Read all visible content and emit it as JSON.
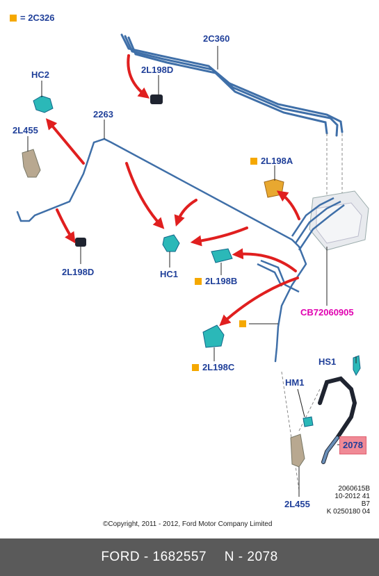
{
  "legend": {
    "text": "= 2C326",
    "color": "#f5a800"
  },
  "labels": {
    "2C360": "2C360",
    "2L198D_top": "2L198D",
    "HC2": "HC2",
    "2263": "2263",
    "2L455_left": "2L455",
    "2L198A": "2L198A",
    "HC1": "HC1",
    "2L198D_bottom": "2L198D",
    "2L198B": "2L198B",
    "CB72060905": "CB72060905",
    "2L198C": "2L198C",
    "HS1": "HS1",
    "HM1": "HM1",
    "2078": "2078",
    "2L455_bottom": "2L455"
  },
  "info_block": [
    "2060615B",
    "10-2012 41",
    "B7",
    "K 0250180 04"
  ],
  "copyright": "©Copyright, 2011 - 2012, Ford Motor Company Limited",
  "footer": {
    "brand": "FORD - 1682557",
    "part": "N - 2078"
  },
  "colors": {
    "tube": "#3f6fa8",
    "arrow": "#e01f1f",
    "label": "#1f3f99",
    "highlight": "#f08a96",
    "footer_bg": "#5a5a5a"
  }
}
